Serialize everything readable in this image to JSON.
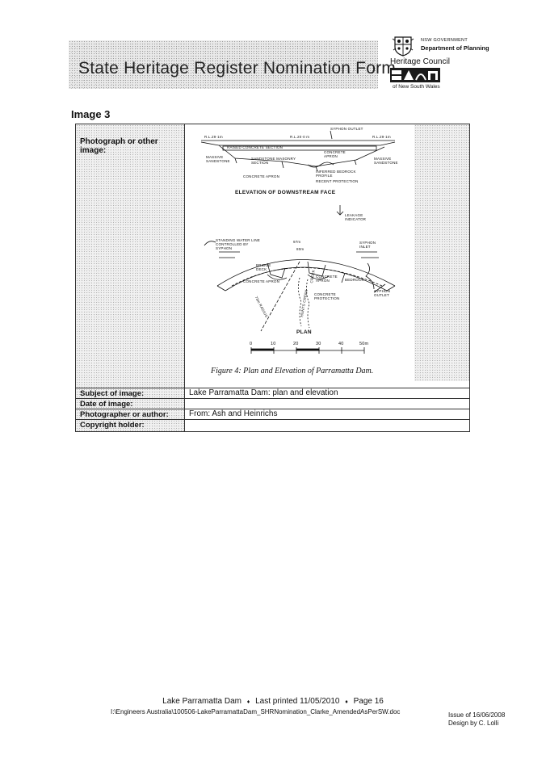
{
  "header": {
    "title": "State Heritage Register Nomination Form",
    "gov_text": "NSW GOVERNMENT",
    "dept_text": "Department of Planning",
    "council_name": "Heritage Council",
    "council_sub": "of New South Wales"
  },
  "section_heading": "Image 3",
  "form": {
    "photo_label": "Photograph or other image:",
    "figure": {
      "elevation_title": "ELEVATION OF DOWNSTREAM FACE",
      "plan_title": "PLAN",
      "caption": "Figure 4: Plan and Elevation of Parramatta Dam.",
      "labels": {
        "syphon_outlet_top": "SYPHON OUTLET",
        "rl_left": "R.L.29·1m",
        "rl_mid": "R.L.20·0 m",
        "rl_right": "R.L.29·1m",
        "raised": "RAISED CONCRETE SECTION",
        "massive_sandstone": "MASSIVE SANDSTONE",
        "sandstone_masonry": "SANDSTONE MASONRY SECTION",
        "concrete_apron": "CONCRETE APRON",
        "massive_sandstone_r": "MASSIVE SANDSTONE",
        "concrete_apron_2": "CONCRETE APRON",
        "bedrock_profile": "INFERRED BEDROCK PROFILE",
        "recent_protection": "RECENT PROTECTION",
        "leakage": "LEAKAGE INDICATOR",
        "standing_water": "STANDING WATER LINE CONTROLLED BY SYPHON",
        "dim_97": "97m",
        "dim_80": "80m",
        "syphon_inlet": "SYPHON INLET",
        "concrete_apron_p1": "CONCRETE APRON",
        "concrete_apron_p2": "CONCRETE APRON",
        "bedrock": "BEDROCK",
        "concrete_protection": "CONCRETE PROTECTION",
        "syphon_outlet_bottom": "SYPHON OUTLET",
        "creek": "CREEK",
        "hunts_creek": "HUNTS CREEK",
        "radius": "73m RADIUS",
        "bridge_deck": "BRIDGE DECK"
      },
      "scale": [
        "0",
        "10",
        "20",
        "30",
        "40",
        "50m"
      ]
    },
    "rows": [
      {
        "label": "Subject of image:",
        "value": "Lake Parramatta Dam: plan and elevation"
      },
      {
        "label": "Date of image:",
        "value": ""
      },
      {
        "label": "Photographer or author:",
        "value": "From: Ash and Heinrichs"
      },
      {
        "label": "Copyright holder:",
        "value": ""
      }
    ]
  },
  "footer": {
    "doc_title": "Lake Parramatta Dam",
    "sep": "♦",
    "last_printed": "Last printed 11/05/2010",
    "page": "Page 16",
    "path": "I:\\Engineers Australia\\100506-LakeParramattaDam_SHRNomination_Clarke_AmendedAsPerSW.doc",
    "issue": "Issue of 16/06/2008",
    "design": "Design by C. Lolli"
  }
}
